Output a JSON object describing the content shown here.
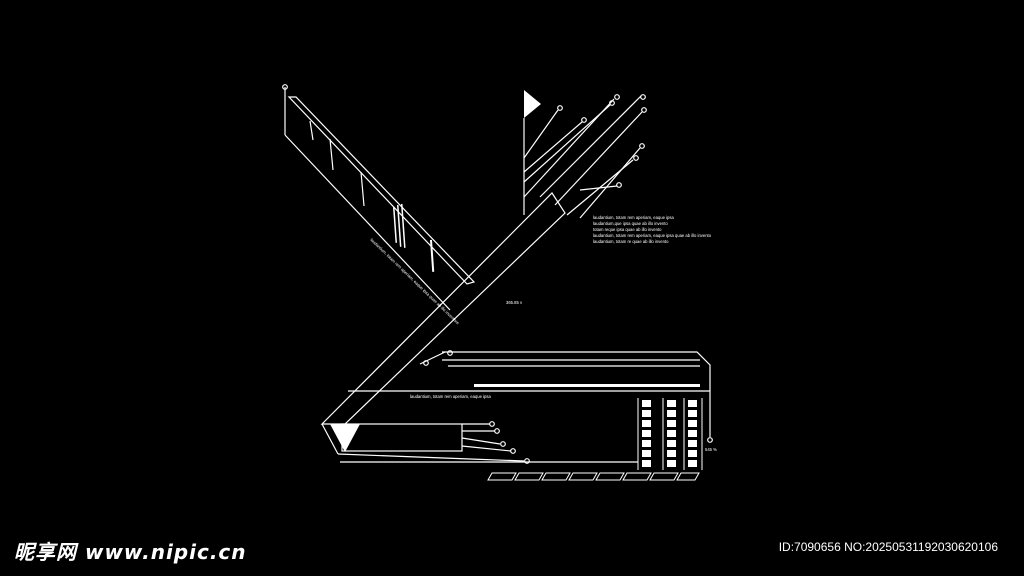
{
  "hud": {
    "text_block_lines": [
      "laudantium, totam rem aperiam, eaque ipsa",
      "laudantium,que ipsa quae ab illo invento",
      "totam reque ipsa quae ab illo invento",
      "laudantium, totam rem aperiam, eaque ipsa quae ab illo invento",
      "laudantium, totam re quae ab illo invento"
    ],
    "small_readout": "365.85 v",
    "diagonal_caption": "laudantium, totam rem aperiam, eaque ipsa quae ab illo inventore",
    "base_caption": "laudantium, totam rem aperiam, eaque ipsa",
    "side_readout": "545 %"
  },
  "watermark": {
    "logo_text": "昵享网 www.nipic.cn",
    "id_text": "ID:7090656 NO:20250531192030620106"
  }
}
